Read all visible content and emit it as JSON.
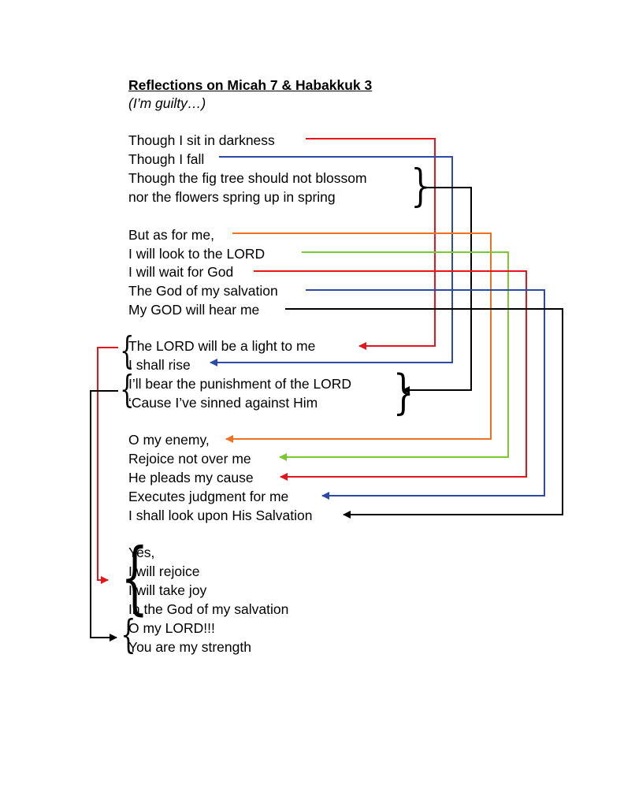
{
  "title": "Reflections on Micah 7 & Habakkuk 3",
  "subtitle": "(I’m guilty…)",
  "lines": {
    "l1": "Though I sit in darkness",
    "l2": "Though I fall",
    "l3": "Though the fig tree should not blossom",
    "l4": "nor the flowers spring up in spring",
    "l5": "But as for me,",
    "l6": "I will look to the LORD",
    "l7": "I will wait for God",
    "l8": "The God of my salvation",
    "l9": "My GOD will hear me",
    "l10": "The LORD will be a light to me",
    "l11": "I shall rise",
    "l12": "I’ll bear the punishment of the LORD",
    "l13": "‘Cause I’ve sinned against Him",
    "l14": "O my enemy,",
    "l15": "Rejoice not over me",
    "l16": "He pleads my cause",
    "l17": "Executes judgment for me",
    "l18": "I shall look upon His Salvation",
    "l19": "Yes,",
    "l20": "I will rejoice",
    "l21": "I will take joy",
    "l22": "In the God of my salvation",
    "l23": "O my LORD!!!",
    "l24": "You are my strength"
  },
  "colors": {
    "red": "#e8141c",
    "blue": "#2c4aa8",
    "black": "#000000",
    "orange": "#f07020",
    "green": "#7cc832"
  }
}
